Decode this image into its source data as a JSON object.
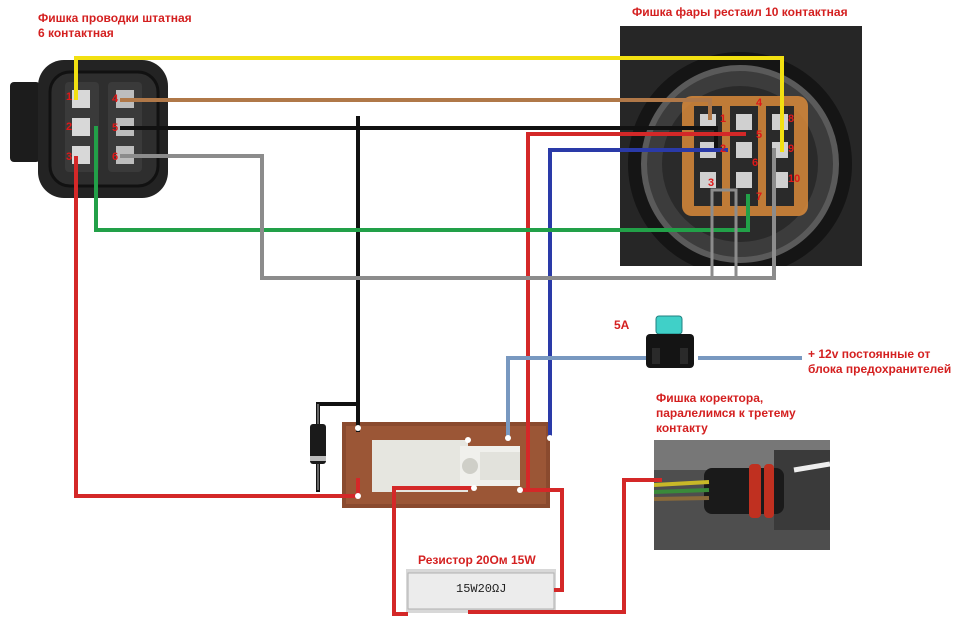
{
  "labels": {
    "connector6": "Фишка проводки штатная\n6 контактная",
    "connector10": "Фишка фары рестаил 10 контактная",
    "fuse_rating": "5А",
    "power": "+ 12v постоянные от\nблока предохранителей",
    "corrector": "Фишка коректора,\nпаралелимся к третему\nконтакту",
    "resistor": "Резистор 20Ом 15W",
    "resistor_marking": "15W20ΩJ"
  },
  "connector6_pins": [
    "1",
    "4",
    "2",
    "5",
    "3",
    "6"
  ],
  "connector10_pins": [
    "1",
    "4",
    "8",
    "2",
    "5",
    "9",
    "3",
    "7",
    "10",
    "6"
  ],
  "wire_colors": {
    "yellow": "#f2e011",
    "brown": "#b07848",
    "black": "#111111",
    "red": "#d42828",
    "blue": "#2a3aa8",
    "green": "#22a048",
    "gray": "#8c8c8c",
    "lightblue": "#7898c0"
  }
}
